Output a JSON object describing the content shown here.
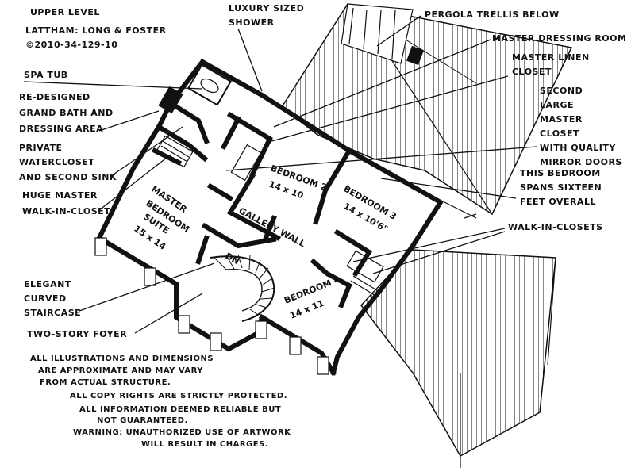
{
  "header": {
    "line1": "UPPER LEVEL",
    "line2": "LATTHAM: LONG & FOSTER",
    "line3": "©2010-34-129-10"
  },
  "callouts": {
    "spa_tub": "SPA TUB",
    "grand_bath": [
      "RE-DESIGNED",
      "GRAND BATH AND",
      "DRESSING AREA"
    ],
    "watercloset": [
      "PRIVATE",
      "WATERCLOSET",
      "AND SECOND SINK"
    ],
    "master_closet": [
      "HUGE MASTER",
      "WALK-IN-CLOSET"
    ],
    "shower": [
      "LUXURY SIZED",
      "SHOWER"
    ],
    "pergola": "PERGOLA TRELLIS BELOW",
    "dressing_room": "MASTER DRESSING ROOM",
    "linen": [
      "MASTER LINEN",
      "CLOSET"
    ],
    "second_closet": [
      "SECOND",
      "LARGE",
      "MASTER",
      "CLOSET",
      "WITH QUALITY",
      "MIRROR DOORS"
    ],
    "sixteen": [
      "THIS BEDROOM",
      "SPANS SIXTEEN",
      "FEET OVERALL"
    ],
    "walkins": "WALK-IN-CLOSETS",
    "staircase": [
      "ELEGANT",
      "CURVED",
      "STAIRCASE"
    ],
    "foyer": "TWO-STORY FOYER"
  },
  "rooms": {
    "master": [
      "MASTER",
      "BEDROOM",
      "SUITE",
      "15 x 14"
    ],
    "bedroom2": [
      "BEDROOM 2",
      "14 x 10"
    ],
    "bedroom3": [
      "BEDROOM 3",
      "14 x 10'6\""
    ],
    "bedroom4": [
      "BEDROOM 4",
      "14 x 11"
    ],
    "gallery": "GALLERY WALL",
    "down": "DN"
  },
  "disclaimer": [
    "ALL ILLUSTRATIONS AND DIMENSIONS",
    "ARE APPROXIMATE AND MAY VARY",
    "FROM ACTUAL STRUCTURE.",
    "ALL COPY RIGHTS ARE STRICTLY PROTECTED.",
    "ALL INFORMATION DEEMED RELIABLE BUT",
    "NOT GUARANTEED.",
    "WARNING: UNAUTHORIZED USE OF ARTWORK",
    "WILL RESULT IN CHARGES."
  ]
}
